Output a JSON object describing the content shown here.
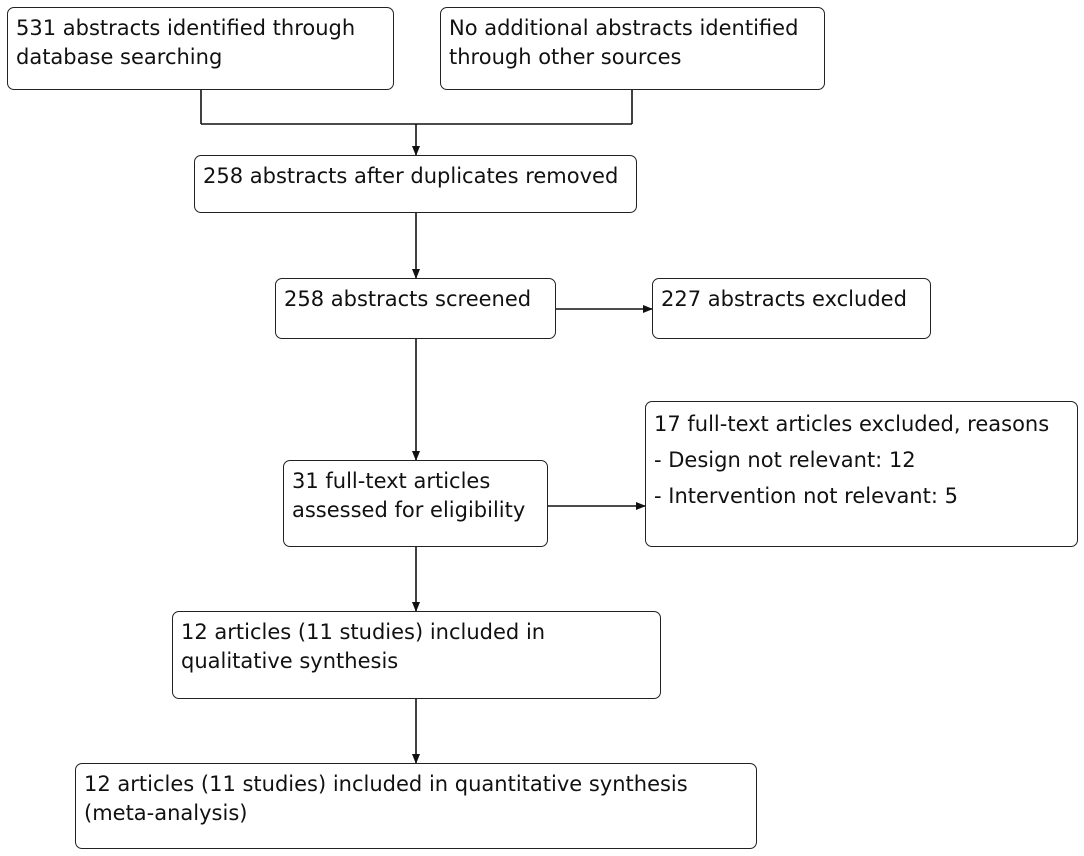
{
  "flowchart": {
    "database_search": {
      "lines": [
        "531 abstracts identified through",
        "database searching"
      ]
    },
    "other_sources": {
      "lines": [
        "No additional abstracts identified",
        "through other sources"
      ]
    },
    "duplicates_removed": {
      "lines": [
        "258 abstracts after duplicates removed"
      ]
    },
    "screened": {
      "lines": [
        "258 abstracts screened"
      ]
    },
    "abstracts_excluded": {
      "lines": [
        "227 abstracts excluded"
      ]
    },
    "full_text_assessed": {
      "lines": [
        "31 full-text articles",
        "assessed for eligibility"
      ]
    },
    "full_text_excluded": {
      "title": "17 full-text articles excluded, reasons",
      "reasons": [
        "- Design not relevant: 12",
        "- Intervention not relevant: 5"
      ]
    },
    "qualitative": {
      "lines": [
        "12 articles (11 studies) included in",
        "qualitative synthesis"
      ]
    },
    "quantitative": {
      "lines": [
        "12 articles (11 studies) included in quantitative synthesis",
        "(meta-analysis)"
      ]
    }
  },
  "colors": {
    "line": "#111111",
    "border": "#222222",
    "background": "#ffffff"
  }
}
